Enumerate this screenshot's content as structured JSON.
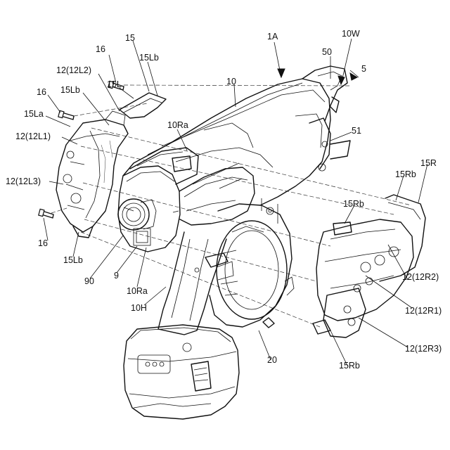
{
  "labels": {
    "l16_top": "16",
    "l15": "15",
    "l1A": "1A",
    "l10W": "10W",
    "l15Lb_top": "15Lb",
    "l12L2": "12(12L2)",
    "l50": "50",
    "l5": "5",
    "l15L": "15L",
    "l10": "10",
    "l16_mid": "16",
    "l15Lb_mid": "15Lb",
    "l15La": "15La",
    "l10Ra_top": "10Ra",
    "l12L1": "12(12L1)",
    "l51": "51",
    "l15R": "15R",
    "l15Rb_top": "15Rb",
    "l12L3": "12(12L3)",
    "l15Rb_mid": "15Rb",
    "l16_bot": "16",
    "l15Lb_bot": "15Lb",
    "l12R2": "12(12R2)",
    "l9": "9",
    "l90": "90",
    "l10Ra_bot": "10Ra",
    "l12R1": "12(12R1)",
    "l10H": "10H",
    "l12R3": "12(12R3)",
    "l20": "20",
    "l15Rb_bot": "15Rb"
  }
}
